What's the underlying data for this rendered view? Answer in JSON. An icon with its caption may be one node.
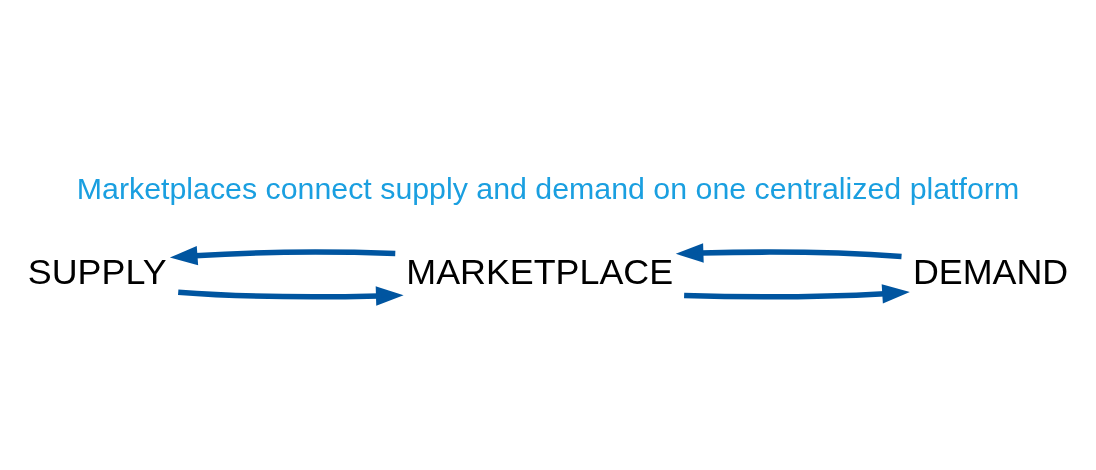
{
  "diagram": {
    "title": "Marketplaces connect supply and demand on one centralized platform",
    "nodes": [
      {
        "text": [
          "SUPPLY"
        ]
      },
      {
        "text": [
          "MARKETPLACE"
        ]
      },
      {
        "text": [
          "DEMAND"
        ]
      }
    ],
    "edges": [
      {
        "from": 0,
        "to": 1,
        "arrow": "to"
      },
      {
        "from": 1,
        "to": 0,
        "arrow": "to"
      },
      {
        "from": 1,
        "to": 2,
        "arrow": "to"
      },
      {
        "from": 2,
        "to": 1,
        "arrow": "to"
      }
    ]
  }
}
